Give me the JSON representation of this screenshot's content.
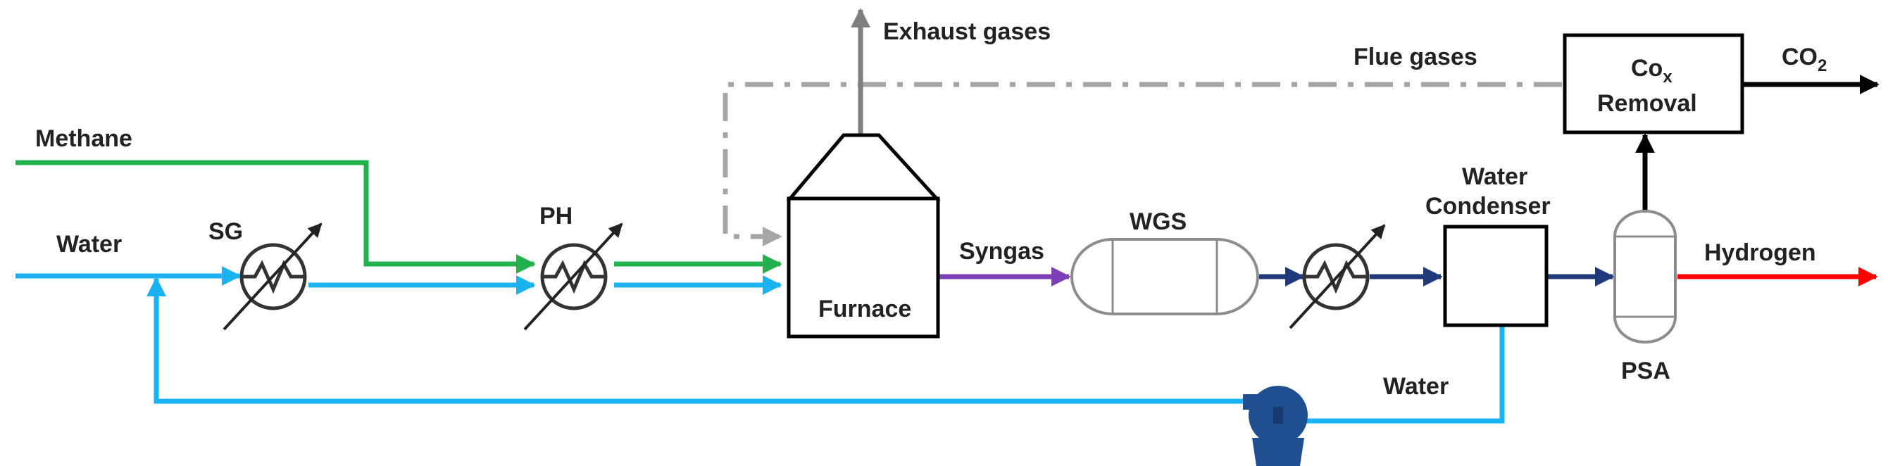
{
  "labels": {
    "methane": "Methane",
    "water_in": "Water",
    "sg": "SG",
    "ph": "PH",
    "exhaust": "Exhaust gases",
    "flue": "Flue gases",
    "furnace": "Furnace",
    "syngas": "Syngas",
    "wgs": "WGS",
    "condenser_line1": "Water",
    "condenser_line2": "Condenser",
    "water_out": "Water",
    "psa": "PSA",
    "hydrogen": "Hydrogen",
    "cox_main": "Co",
    "cox_sub": "x",
    "removal": "Removal",
    "co2_main": "CO",
    "co2_sub": "2"
  },
  "colors": {
    "methane": "#22b14c",
    "water": "#1ab2f0",
    "syngas": "#7c3fb8",
    "process": "#1f3a7a",
    "hydrogen": "#ff0000",
    "flue": "#a6a6a6",
    "exhaust": "#7f7f7f",
    "pump": "#1f4f8f"
  },
  "icons": [
    "heat-exchanger-icon",
    "pump-icon",
    "arrow-icon"
  ]
}
